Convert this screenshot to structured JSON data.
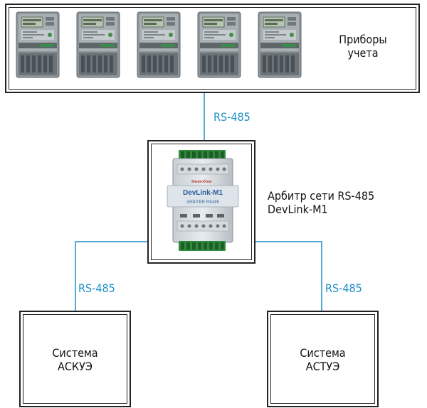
{
  "meters": {
    "label_line1": "Приборы",
    "label_line2": "учета",
    "count": 5
  },
  "arbiter": {
    "label_line1": "Арбитр сети RS-485",
    "label_line2": "DevLink-M1",
    "device_brand": "DevLink-M1",
    "device_model": "ARBITER RS485",
    "device_logo": "Энергоблок"
  },
  "links": {
    "top": "RS-485",
    "left": "RS-485",
    "right": "RS-485"
  },
  "system_left": {
    "line1": "Система",
    "line2": "АСКУЭ"
  },
  "system_right": {
    "line1": "Система",
    "line2": "АСТУЭ"
  },
  "colors": {
    "link": "#1e8fc6",
    "frame": "#222222"
  }
}
